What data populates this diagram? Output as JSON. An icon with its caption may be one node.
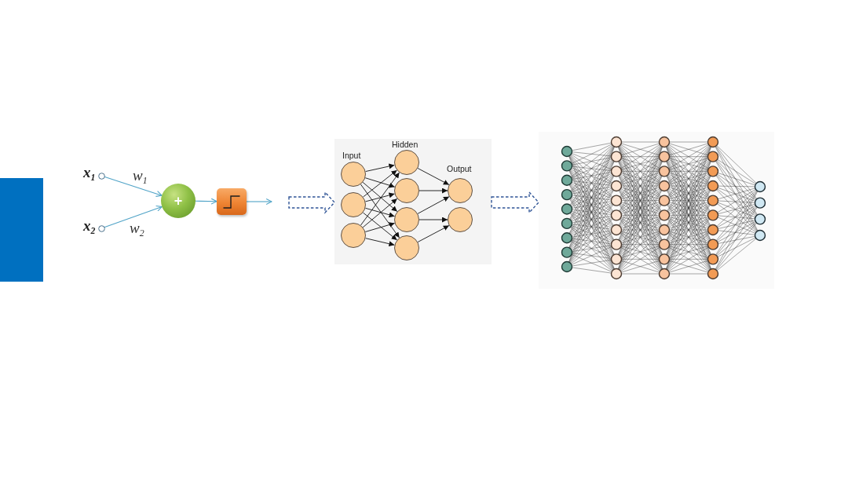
{
  "diagram": {
    "nodes": [
      {
        "text": [
          "x$_{1}$"
        ]
      },
      {
        "text": [
          "x$_{2}$"
        ]
      },
      {
        "text": [
          "+"
        ]
      },
      {
        "text": [],
        "shape": "box"
      },
      {
        "text": [],
        "shape": "box"
      },
      {
        "text": [],
        "shape": "circle",
        "in": 4
      },
      {
        "text": [],
        "shape": "circle",
        "in": 4
      },
      {
        "text": [],
        "shape": "circle",
        "in": 4
      },
      {
        "text": [],
        "shape": "circle",
        "in": 4
      },
      {
        "text": [],
        "shape": "circle",
        "in": 4
      },
      {
        "text": [],
        "shape": "circle",
        "in": 4
      },
      {
        "text": [],
        "shape": "circle",
        "in": 4
      },
      {
        "text": [],
        "shape": "circle",
        "in": 4
      },
      {
        "text": [],
        "shape": "circle",
        "in": 4
      },
      {
        "text": [],
        "shape": "picture"
      }
    ],
    "edges": [
      {
        "from": 0,
        "to": 2,
        "arrow": "to",
        "label": "w$_{1}$",
        "color": "#4fa3c7"
      },
      {
        "from": 1,
        "to": 2,
        "arrow": "to",
        "label": "w$_{2}$",
        "color": "#4fa3c7"
      },
      {
        "from": 2,
        "to": 3,
        "arrow": "to",
        "color": "#4fa3c7"
      },
      {
        "from": 3,
        "to": null,
        "arrow": "to",
        "color": "#4fa3c7"
      },
      {
        "from": null,
        "to": 4,
        "arrow": "to",
        "style": "dashed",
        "color": "#2f5496"
      },
      {
        "from": 4,
        "to": 14,
        "arrow": "to",
        "style": "dashed",
        "color": "#2f5496"
      },
      {
        "from": 5,
        "to": 8,
        "arrow": "to"
      },
      {
        "from": 5,
        "to": 9,
        "arrow": "to"
      },
      {
        "from": 5,
        "to": 10,
        "arrow": "to"
      },
      {
        "from": 5,
        "to": 11,
        "arrow": "to"
      },
      {
        "from": 6,
        "to": 8,
        "arrow": "to"
      },
      {
        "from": 6,
        "to": 9,
        "arrow": "to"
      },
      {
        "from": 6,
        "to": 10,
        "arrow": "to"
      },
      {
        "from": 6,
        "to": 11,
        "arrow": "to"
      },
      {
        "from": 7,
        "to": 8,
        "arrow": "to"
      },
      {
        "from": 7,
        "to": 9,
        "arrow": "to"
      },
      {
        "from": 7,
        "to": 10,
        "arrow": "to"
      },
      {
        "from": 7,
        "to": 11,
        "arrow": "to"
      },
      {
        "from": 8,
        "to": 12,
        "arrow": "to"
      },
      {
        "from": 9,
        "to": 12,
        "arrow": "to"
      },
      {
        "from": 10,
        "to": 12,
        "arrow": "to"
      },
      {
        "from": 10,
        "to": 13,
        "arrow": "to"
      },
      {
        "from": 11,
        "to": 13,
        "arrow": "to"
      }
    ],
    "labels": [
      "Input",
      "Hidden",
      "Output"
    ]
  }
}
